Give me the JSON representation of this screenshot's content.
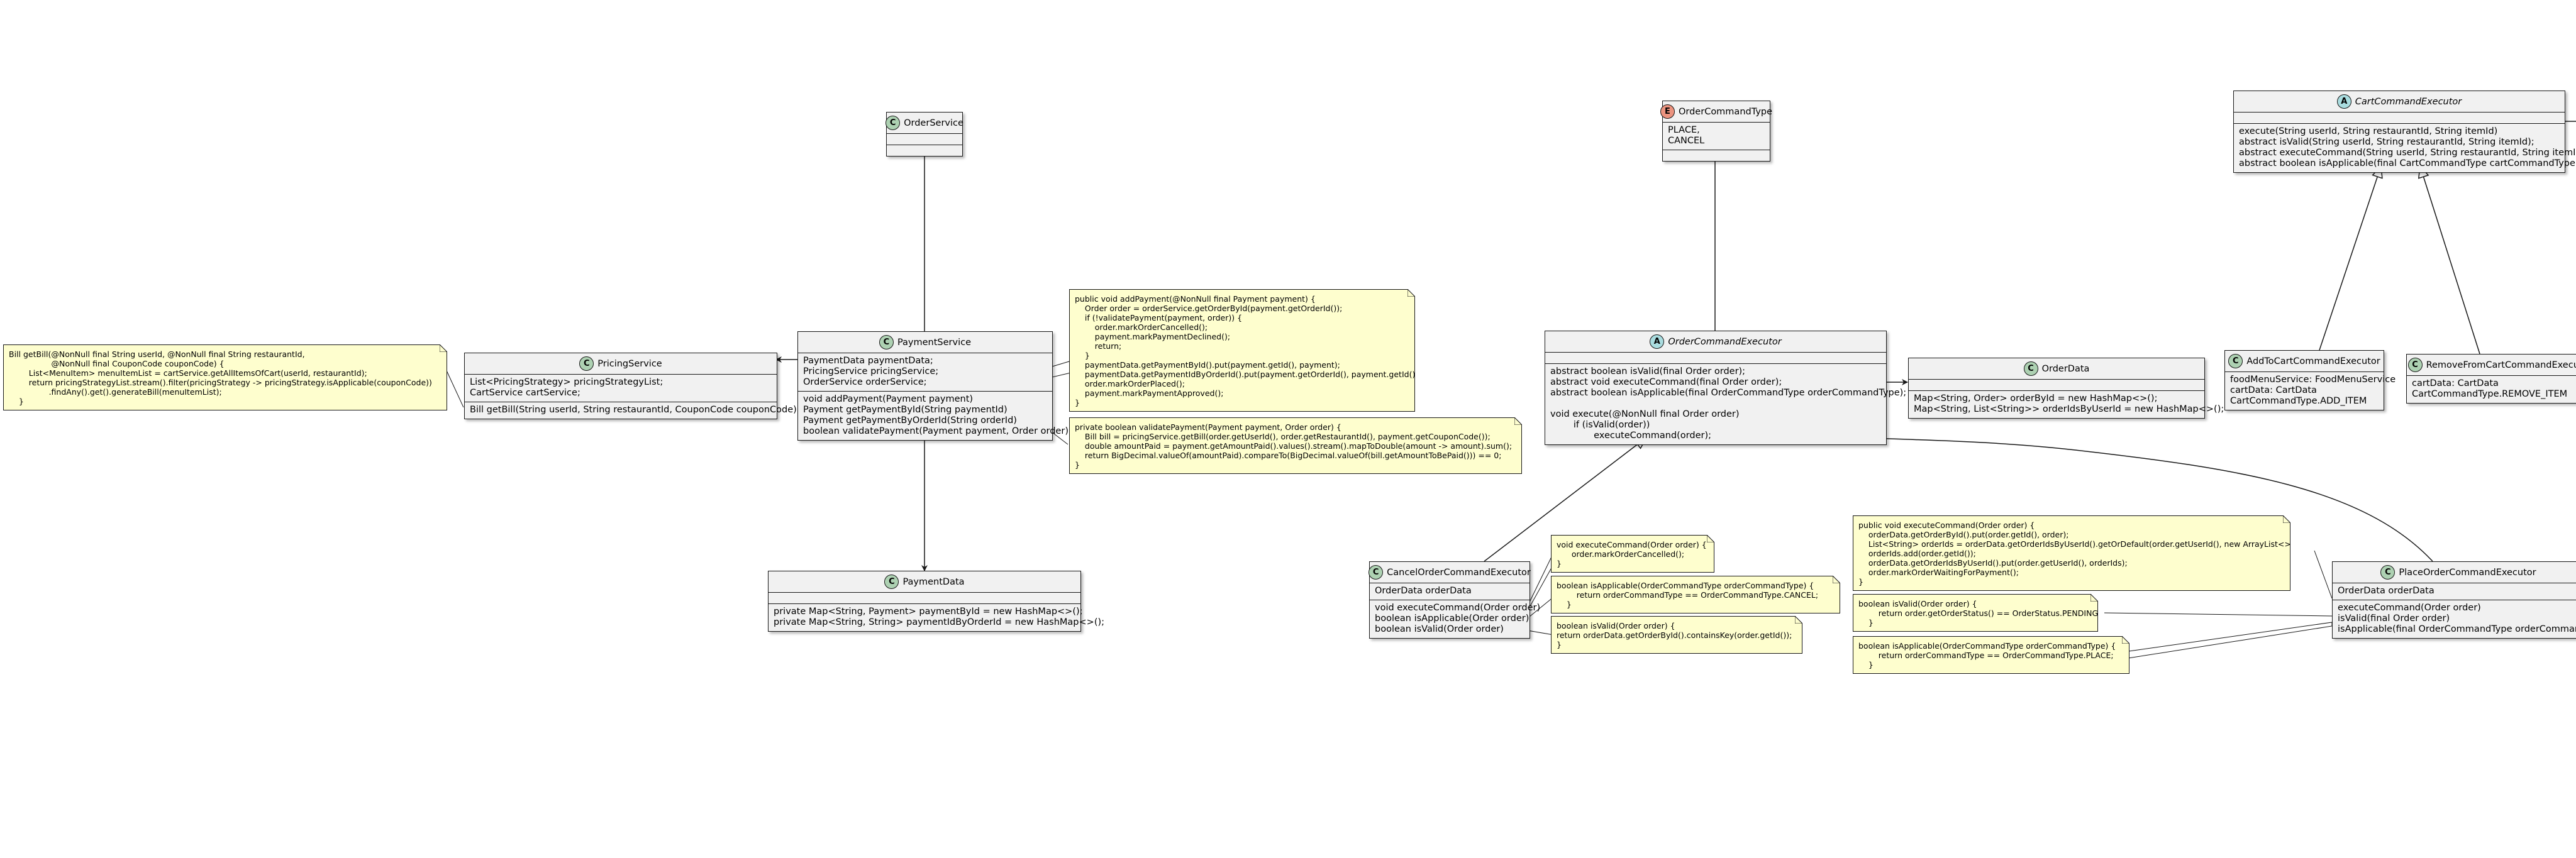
{
  "classes": {
    "order_service": {
      "name": "OrderService",
      "kind": "C",
      "fields": [],
      "methods": []
    },
    "payment_service": {
      "name": "PaymentService",
      "kind": "C",
      "fields": [
        "PaymentData paymentData;",
        "PricingService pricingService;",
        "OrderService orderService;"
      ],
      "methods": [
        "void addPayment(Payment payment)",
        "Payment getPaymentById(String paymentId)",
        "Payment getPaymentByOrderId(String orderId)",
        "boolean validatePayment(Payment payment, Order order)"
      ]
    },
    "pricing_service": {
      "name": "PricingService",
      "kind": "C",
      "fields": [
        "List<PricingStrategy> pricingStrategyList;",
        "CartService cartService;"
      ],
      "methods": [
        "Bill getBill(String userId, String restaurantId, CouponCode couponCode)"
      ]
    },
    "payment_data": {
      "name": "PaymentData",
      "kind": "C",
      "fields": [],
      "methods": [
        "private Map<String, Payment> paymentById = new HashMap<>();",
        "private Map<String, String> paymentIdByOrderId = new HashMap<>();"
      ]
    },
    "order_command_type": {
      "name": "OrderCommandType",
      "kind": "E",
      "fields": [
        "PLACE,",
        "CANCEL"
      ],
      "methods": []
    },
    "order_command_executor": {
      "name": "OrderCommandExecutor",
      "kind": "A",
      "fields": [],
      "methods": [
        "abstract boolean isValid(final Order order);",
        "abstract void executeCommand(final Order order);",
        "abstract boolean isApplicable(final OrderCommandType orderCommandType);",
        "",
        "void execute(@NonNull final Order order)",
        "        if (isValid(order))",
        "               executeCommand(order);"
      ]
    },
    "order_data": {
      "name": "OrderData",
      "kind": "C",
      "fields": [],
      "methods": [
        "Map<String, Order> orderById = new HashMap<>();",
        "Map<String, List<String>> orderIdsByUserId = new HashMap<>();"
      ]
    },
    "cancel_executor": {
      "name": "CancelOrderCommandExecutor",
      "kind": "C",
      "fields": [
        "OrderData orderData"
      ],
      "methods": [
        "void executeCommand(Order order)",
        "boolean isApplicable(Order order)",
        "boolean isValid(Order order)"
      ]
    },
    "place_executor": {
      "name": "PlaceOrderCommandExecutor",
      "kind": "C",
      "fields": [
        "OrderData orderData"
      ],
      "methods": [
        "executeCommand(Order order)",
        "isValid(final Order order)",
        "isApplicable(final OrderCommandType orderCommandT"
      ]
    },
    "cart_command_executor": {
      "name": "CartCommandExecutor",
      "kind": "A",
      "fields": [],
      "methods": [
        "execute(String userId, String restaurantId, String itemId)",
        "abstract isValid(String userId, String restaurantId, String itemId);",
        "abstract executeCommand(String userId, String restaurantId, String itemId);",
        "abstract boolean isApplicable(final CartCommandType cartCommandType);"
      ]
    },
    "add_to_cart_executor": {
      "name": "AddToCartCommandExecutor",
      "kind": "C",
      "fields": [
        "foodMenuService: FoodMenuService",
        "cartData: CartData",
        "CartCommandType.ADD_ITEM"
      ],
      "methods": []
    },
    "remove_from_cart_executor": {
      "name": "RemoveFromCartCommandExecuto",
      "kind": "C",
      "fields": [
        "cartData: CartData",
        "CartCommandType.REMOVE_ITEM"
      ],
      "methods": []
    }
  },
  "notes": {
    "get_bill": "Bill getBill(@NonNull final String userId, @NonNull final String restaurantId,\n                 @NonNull final CouponCode couponCode) {\n        List<MenuItem> menuItemList = cartService.getAllItemsOfCart(userId, restaurantId);\n        return pricingStrategyList.stream().filter(pricingStrategy -> pricingStrategy.isApplicable(couponCode))\n                .findAny().get().generateBill(menuItemList);\n    }",
    "add_payment": "public void addPayment(@NonNull final Payment payment) {\n    Order order = orderService.getOrderById(payment.getOrderId());\n    if (!validatePayment(payment, order)) {\n        order.markOrderCancelled();\n        payment.markPaymentDeclined();\n        return;\n    }\n    paymentData.getPaymentById().put(payment.getId(), payment);\n    paymentData.getPaymentIdByOrderId().put(payment.getOrderId(), payment.getId());\n    order.markOrderPlaced();\n    payment.markPaymentApproved();\n}",
    "validate_payment": "private boolean validatePayment(Payment payment, Order order) {\n    Bill bill = pricingService.getBill(order.getUserId(), order.getRestaurantId(), payment.getCouponCode());\n    double amountPaid = payment.getAmountPaid().values().stream().mapToDouble(amount -> amount).sum();\n    return BigDecimal.valueOf(amountPaid).compareTo(BigDecimal.valueOf(bill.getAmountToBePaid())) == 0;\n}",
    "cancel_execute": "void executeCommand(Order order) {\n      order.markOrderCancelled();\n}",
    "cancel_applicable": "boolean isApplicable(OrderCommandType orderCommandType) {\n        return orderCommandType == OrderCommandType.CANCEL;\n    }",
    "cancel_valid": "boolean isValid(Order order) {\nreturn orderData.getOrderById().containsKey(order.getId());\n}",
    "place_execute": "public void executeCommand(Order order) {\n    orderData.getOrderById().put(order.getId(), order);\n    List<String> orderIds = orderData.getOrderIdsByUserId().getOrDefault(order.getUserId(), new ArrayList<>());\n    orderIds.add(order.getId());\n    orderData.getOrderIdsByUserId().put(order.getUserId(), orderIds);\n    order.markOrderWaitingForPayment();\n}",
    "place_valid": "boolean isValid(Order order) {\n        return order.getOrderStatus() == OrderStatus.PENDING\n    }",
    "place_applicable": "boolean isApplicable(OrderCommandType orderCommandType) {\n        return orderCommandType == OrderCommandType.PLACE;\n    }"
  },
  "colors": {
    "class_fill": "#f1f1f1",
    "note_fill": "#fefece",
    "stroke": "#181818",
    "class_circle": "#add1b2",
    "abstract_circle": "#a9dcdf",
    "enum_circle": "#eb937f"
  }
}
